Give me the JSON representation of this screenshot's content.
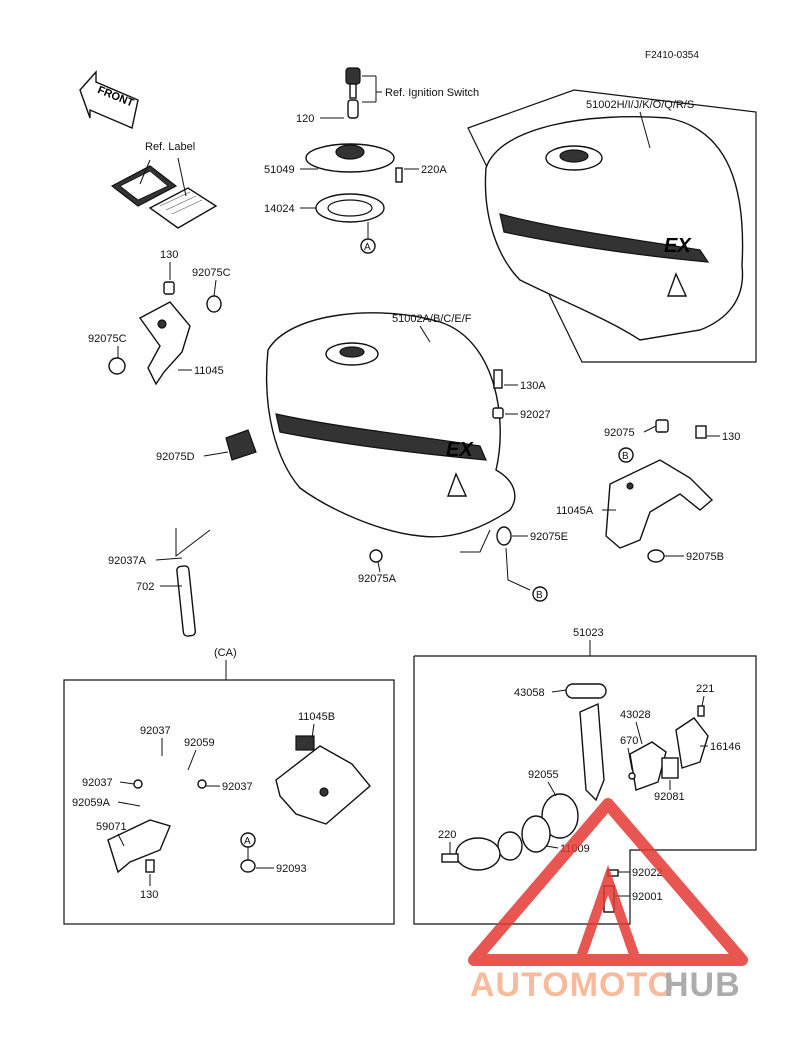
{
  "figure_code": "F2410-0354",
  "front_label": "FRONT",
  "ref_label": "Ref. Label",
  "ref_ignition": "Ref. Ignition Switch",
  "callout_a": "A",
  "callout_b": "B",
  "part_labels": {
    "p120": "120",
    "p51049": "51049",
    "p220A": "220A",
    "p14024": "14024",
    "p51002H": "51002H/I/J/K/O/Q/R/S",
    "p51002A": "51002A/B/C/E/F",
    "p130_top": "130",
    "p92075C_a": "92075C",
    "p92075C_b": "92075C",
    "p11045": "11045",
    "p130A": "130A",
    "p92027": "92027",
    "p92075_right": "92075",
    "p130_right": "130",
    "p92075D": "92075D",
    "p11045A": "11045A",
    "p92075E": "92075E",
    "p92075B": "92075B",
    "p92075A": "92075A",
    "p92037A": "92037A",
    "p702": "702",
    "pCA": "(CA)",
    "p51023": "51023",
    "p92037_a": "92037",
    "p92059": "92059",
    "p92037_b": "92037",
    "p92037_c": "92037",
    "p92059A": "92059A",
    "p59071": "59071",
    "p130_low": "130",
    "p11045B": "11045B",
    "p92093": "92093",
    "p43058": "43058",
    "p221": "221",
    "p43028": "43028",
    "p670": "670",
    "p16146": "16146",
    "p92055": "92055",
    "p92081": "92081",
    "p220": "220",
    "p11009": "11009",
    "p92022": "92022",
    "p92001": "92001"
  },
  "tank_badge": "EX",
  "watermark": {
    "part1": "AUTOMOTO",
    "part2": "HUB",
    "color1": "#f5b08a",
    "color2": "#9e9e9e",
    "triangle_color": "#e53935"
  }
}
